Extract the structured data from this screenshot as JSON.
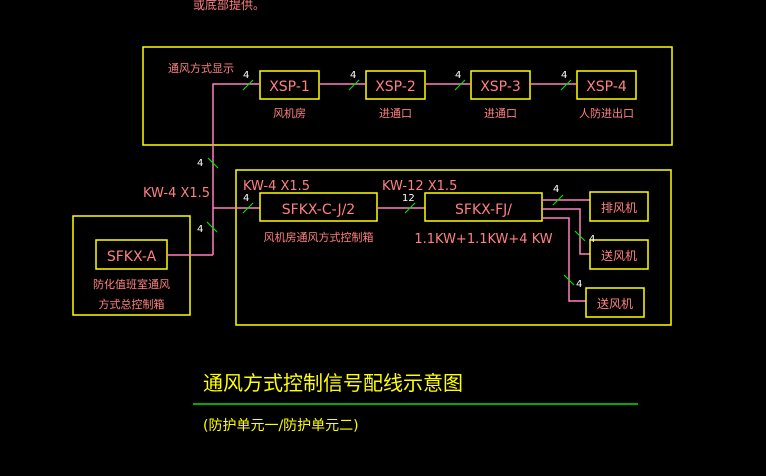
{
  "top_note": "或底部提供。",
  "display_group": {
    "label": "通风方式显示",
    "panels": [
      {
        "id": "XSP-1",
        "location": "风机房",
        "wire_count": "4"
      },
      {
        "id": "XSP-2",
        "location": "进通口",
        "wire_count": "4"
      },
      {
        "id": "XSP-3",
        "location": "进通口",
        "wire_count": "4"
      },
      {
        "id": "XSP-4",
        "location": "人防进出口",
        "wire_count": "4"
      }
    ]
  },
  "trunk": {
    "cable_label": "KW-4 X1.5",
    "wire_count_upper": "4",
    "wire_count_lower": "4"
  },
  "master_box": {
    "id": "SFKX-A",
    "desc_line1": "防化值班室通风",
    "desc_line2": "方式总控制箱"
  },
  "fan_room": {
    "cable_in_label": "KW-4 X1.5",
    "wire_count_in": "4",
    "controller": {
      "id": "SFKX-C-J/2",
      "desc": "风机房通风方式控制箱"
    },
    "cable_mid_label": "KW-12 X1.5",
    "wire_count_mid": "12",
    "fan_controller": {
      "id": "SFKX-FJ/",
      "power": "1.1KW+1.1KW+4 KW"
    },
    "fans": [
      {
        "name": "排风机",
        "wire_count": "4"
      },
      {
        "name": "送风机",
        "wire_count": "4"
      },
      {
        "name": "送风机",
        "wire_count": "4"
      }
    ]
  },
  "title": {
    "main": "通风方式控制信号配线示意图",
    "sub": "(防护单元一/防护单元二)"
  }
}
